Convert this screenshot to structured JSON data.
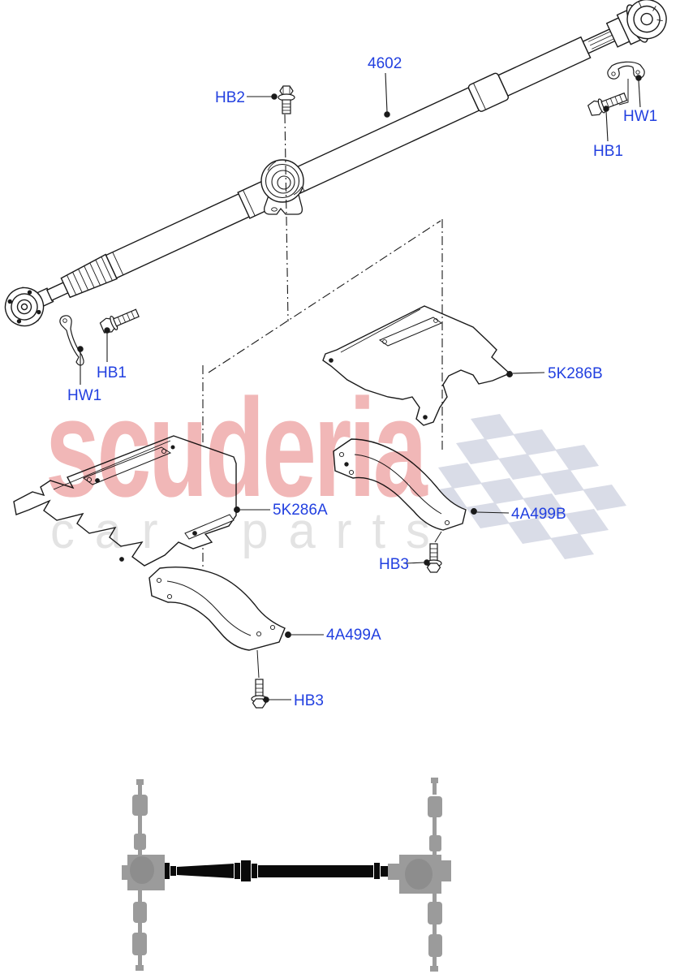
{
  "diagram": {
    "part_labels": {
      "hb2": "HB2",
      "shaft_4602": "4602",
      "hw1_right": "HW1",
      "hb1_right": "HB1",
      "hb1_left": "HB1",
      "hw1_left": "HW1",
      "shield_rear": "5K286B",
      "shield_front": "5K286A",
      "bracket_rear": "4A499B",
      "bracket_front": "4A499A",
      "hb3_right": "HB3",
      "hb3_bottom": "HB3"
    },
    "label_color": "#2240e0",
    "line_color": "#1a1a1a"
  },
  "watermark": {
    "brand": "scuderia",
    "subtitle": "car parts",
    "brand_color": "#f1b7b7",
    "subtitle_color": "#e3e3e3",
    "flag_color": "#d9dce7"
  }
}
